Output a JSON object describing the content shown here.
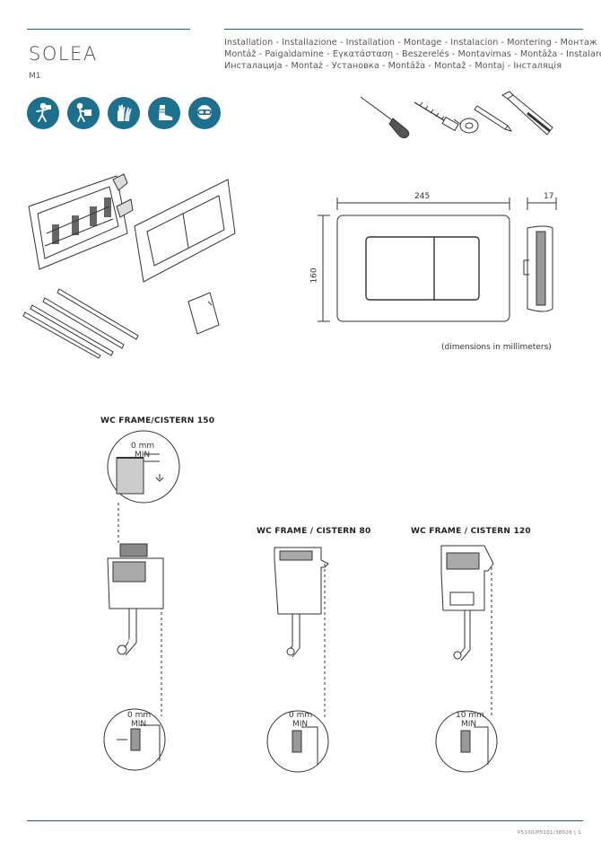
{
  "header": {
    "brand": "SOLEA",
    "model": "M1",
    "languages": [
      "Installation - Installazione - Installation - Montage - Instalacion - Montering - Монтаж",
      "Montáž - Paigaldamine - Εγκατάσταση - Beszerelés - Montavimas - Montāža - Instalare",
      "Инсталација - Montaż - Установка - Montáža - Montaž - Montaj - Інсталяція"
    ],
    "safety_icons": [
      "worker-lifting-icon",
      "worker-carrying-icon",
      "gloves-icon",
      "safety-boot-icon",
      "safety-goggles-icon"
    ],
    "tools": [
      "screwdriver-icon",
      "drill-bit-icon",
      "tape-measure-icon",
      "pencil-icon",
      "utility-knife-icon"
    ]
  },
  "dimensions": {
    "width": "245",
    "depth": "17",
    "height": "160",
    "caption": "(dimensions in millimeters)"
  },
  "frames": [
    {
      "label": "WC FRAME/CISTERN 150",
      "top_min_value": "0 mm",
      "top_min_word": "MIN",
      "bottom_min_value": "0 mm",
      "bottom_min_word": "MIN"
    },
    {
      "label": "WC FRAME / CISTERN 80",
      "bottom_min_value": "0 mm",
      "bottom_min_word": "MIN"
    },
    {
      "label": "WC FRAME / CISTERN 120",
      "bottom_min_value": "10 mm",
      "bottom_min_word": "MIN"
    }
  ],
  "footer": {
    "code": "P5100/P5101/38026 | 1"
  },
  "colors": {
    "accent": "#1d6f8e",
    "rule": "#2f5a6a",
    "line": "#333333"
  }
}
